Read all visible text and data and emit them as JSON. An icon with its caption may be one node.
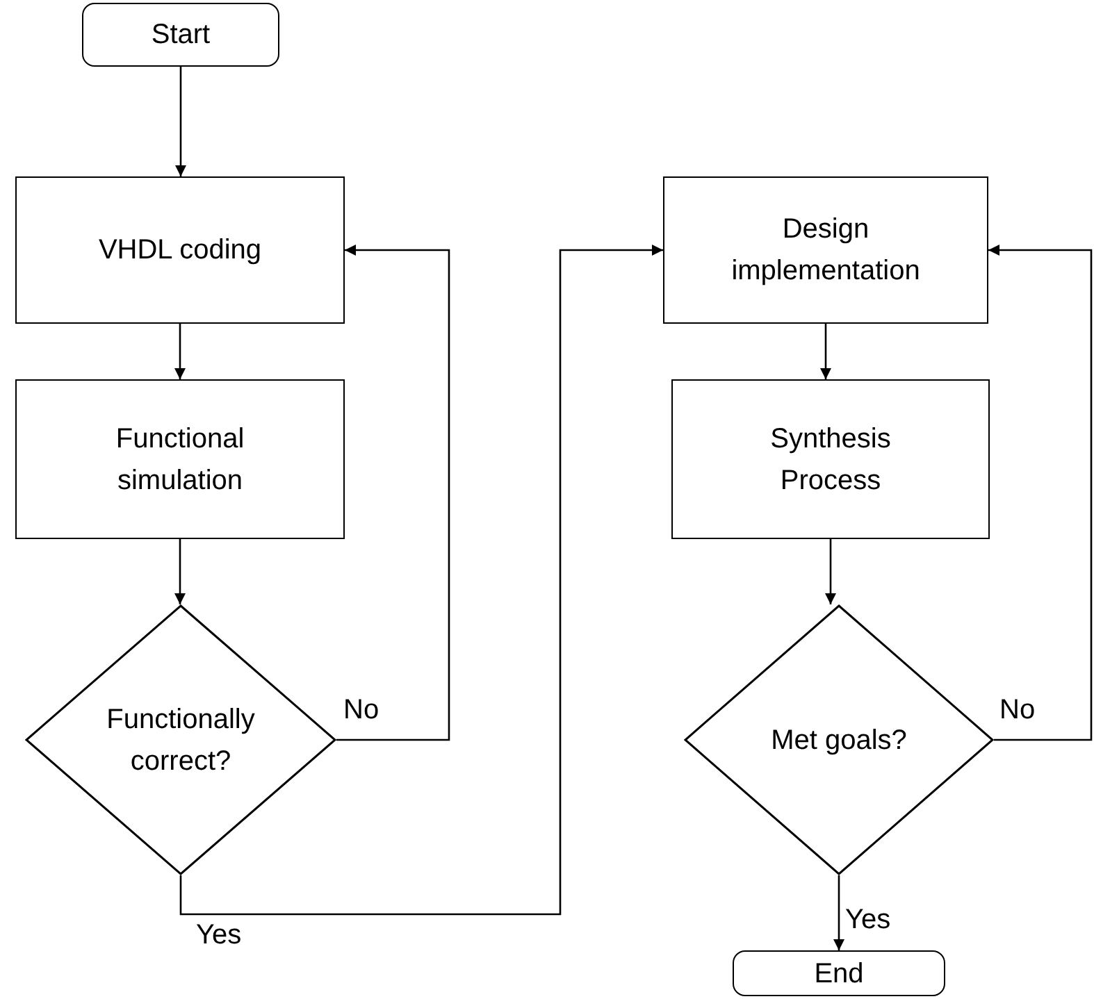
{
  "diagram": {
    "nodes": [
      {
        "text": [
          "Start"
        ]
      },
      {
        "text": [
          "VHDL coding"
        ]
      },
      {
        "text": [
          "Functional simulation"
        ]
      },
      {
        "text": [
          "Functionally correct?"
        ]
      },
      {
        "text": [
          "Design implementation"
        ]
      },
      {
        "text": [
          "Synthesis Process"
        ]
      },
      {
        "text": [
          "Met goals?"
        ]
      },
      {
        "text": [
          "End"
        ]
      }
    ],
    "edges": [
      {
        "from": 0,
        "to": 1,
        "arrow": "to"
      },
      {
        "from": 1,
        "to": 2,
        "arrow": "to"
      },
      {
        "from": 2,
        "to": 3,
        "arrow": "to"
      },
      {
        "from": 3,
        "to": 1,
        "arrow": "to",
        "label": "No"
      },
      {
        "from": 3,
        "to": 4,
        "arrow": "to",
        "label": "Yes"
      },
      {
        "from": 4,
        "to": 5,
        "arrow": "to"
      },
      {
        "from": 5,
        "to": 6,
        "arrow": "to"
      },
      {
        "from": 6,
        "to": 4,
        "arrow": "to",
        "label": "No"
      },
      {
        "from": 6,
        "to": 7,
        "arrow": "to",
        "label": "Yes"
      }
    ]
  }
}
